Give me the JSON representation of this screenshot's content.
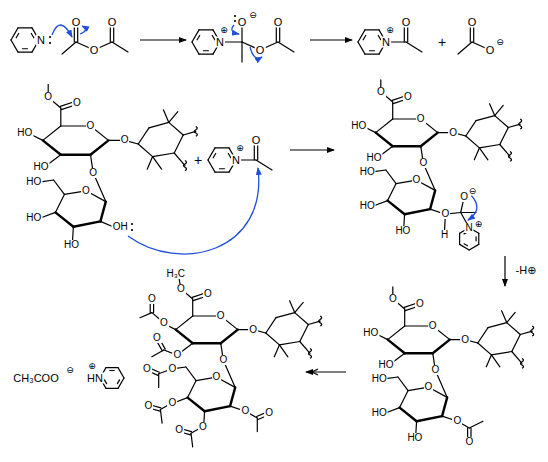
{
  "diagram": {
    "labels": [
      "N",
      "O",
      "O",
      "O",
      "N",
      "⊕",
      "O",
      "⊖",
      "O",
      "O",
      "N",
      "⊕",
      "O",
      "+",
      "O",
      "O",
      "⊖",
      "O",
      "O",
      "O",
      "HO",
      "HO",
      "O",
      "O",
      "O",
      "HO",
      "HO",
      "HO",
      "OH",
      "+",
      "N",
      "⊕",
      "O",
      "O",
      "O",
      "O",
      "HO",
      "HO",
      "O",
      "O",
      "O",
      "HO",
      "HO",
      "HO",
      "O",
      "H",
      "O",
      "⊖",
      "N",
      "⊕",
      "-H⊕",
      "O",
      "O",
      "O",
      "HO",
      "HO",
      "O",
      "O",
      "O",
      "HO",
      "HO",
      "HO",
      "O",
      "O",
      "O",
      "O",
      "H₃C",
      "O",
      "O",
      "O",
      "O",
      "O",
      "O",
      "O",
      "O",
      "O",
      "O",
      "O",
      "O",
      "O",
      "O",
      "O",
      "O",
      "CH₃COO",
      "⊖",
      "HN",
      "⊕"
    ]
  }
}
